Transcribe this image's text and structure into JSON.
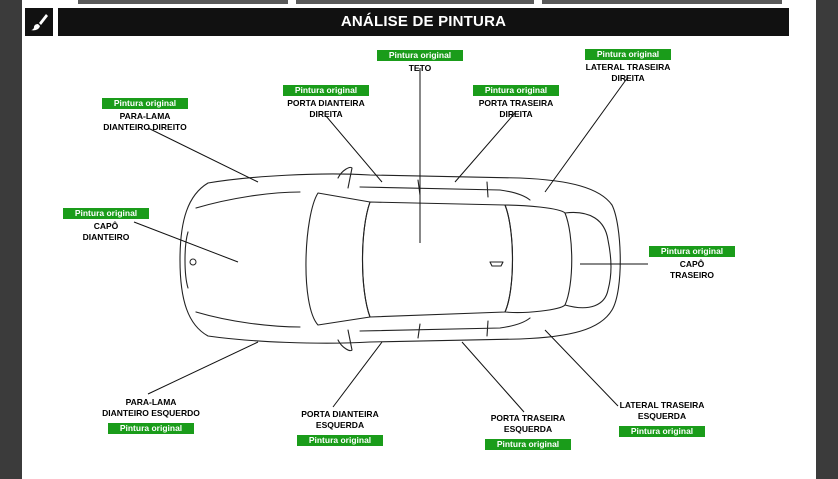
{
  "header": {
    "title": "ANÁLISE DE PINTURA",
    "icon": "paintbrush-icon"
  },
  "status_color": "#1a9c1a",
  "parts": {
    "teto": {
      "status": "Pintura original",
      "name_line1": "TETO",
      "name_line2": ""
    },
    "lateral_traseira_direita": {
      "status": "Pintura original",
      "name_line1": "LATERAL TRASEIRA",
      "name_line2": "DIREITA"
    },
    "porta_dianteira_direita": {
      "status": "Pintura original",
      "name_line1": "PORTA DIANTEIRA",
      "name_line2": "DIREITA"
    },
    "porta_traseira_direita": {
      "status": "Pintura original",
      "name_line1": "PORTA TRASEIRA",
      "name_line2": "DIREITA"
    },
    "para_lama_dianteiro_direito": {
      "status": "Pintura original",
      "name_line1": "PARA-LAMA",
      "name_line2": "DIANTEIRO DIREITO"
    },
    "capo_dianteiro": {
      "status": "Pintura original",
      "name_line1": "CAPÔ",
      "name_line2": "DIANTEIRO"
    },
    "capo_traseiro": {
      "status": "Pintura original",
      "name_line1": "CAPÔ",
      "name_line2": "TRASEIRO"
    },
    "para_lama_dianteiro_esquerdo": {
      "status": "Pintura original",
      "name_line1": "PARA-LAMA",
      "name_line2": "DIANTEIRO ESQUERDO"
    },
    "porta_dianteira_esquerda": {
      "status": "Pintura original",
      "name_line1": "PORTA DIANTEIRA",
      "name_line2": "ESQUERDA"
    },
    "porta_traseira_esquerda": {
      "status": "Pintura original",
      "name_line1": "PORTA TRASEIRA",
      "name_line2": "ESQUERDA"
    },
    "lateral_traseira_esquerda": {
      "status": "Pintura original",
      "name_line1": "LATERAL TRASEIRA",
      "name_line2": "ESQUERDA"
    }
  }
}
